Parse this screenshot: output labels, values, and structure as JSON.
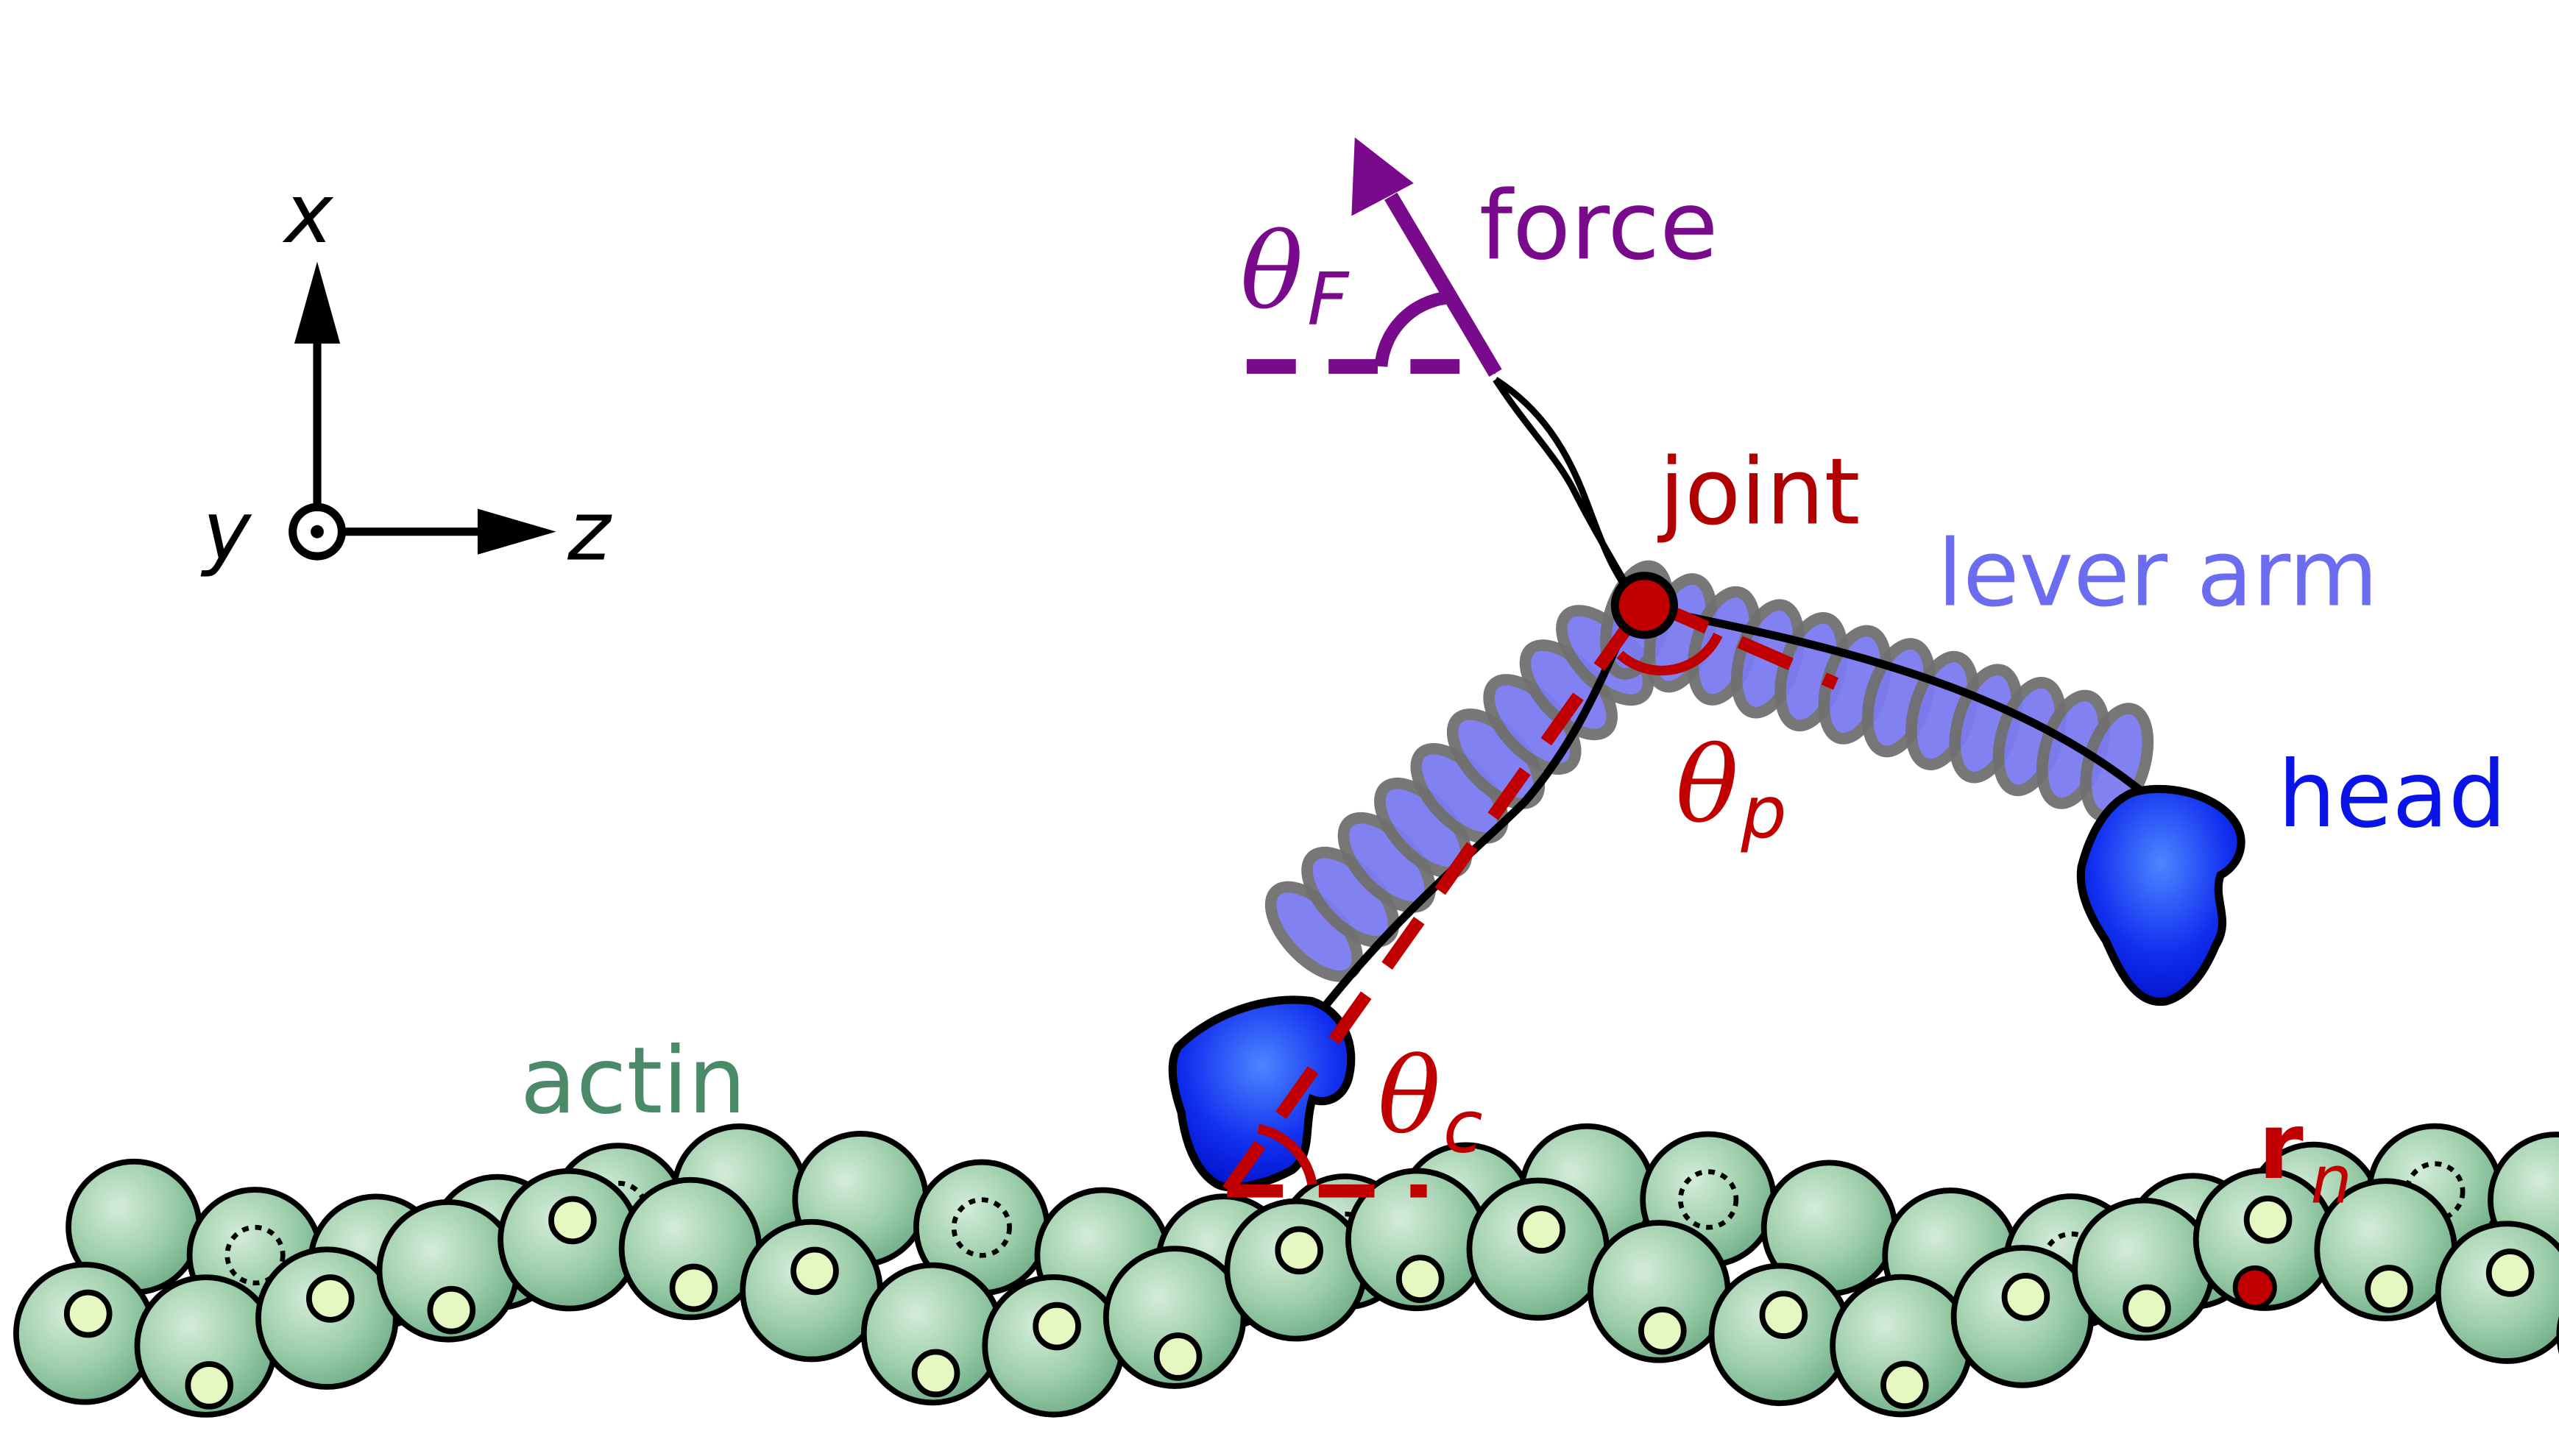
{
  "axes": {
    "x_label": "x",
    "y_label": "y",
    "z_label": "z"
  },
  "labels": {
    "force": "force",
    "joint": "joint",
    "lever_arm": "lever arm",
    "head": "head",
    "actin": "actin",
    "theta_symbol": "θ",
    "theta_F_sub": "F",
    "theta_p_sub": "p",
    "theta_c_sub": "c",
    "rn_main": "r",
    "rn_sub": "n"
  },
  "colors": {
    "force": "#7a0a8c",
    "joint": "#b00000",
    "lever_arm": "#6c6cf0",
    "head": "#0a14e6",
    "actin_text": "#4a8a68",
    "actin_fill": "#9ccdaa",
    "actin_dot": "#e6f8c2",
    "angle": "#c00000"
  }
}
